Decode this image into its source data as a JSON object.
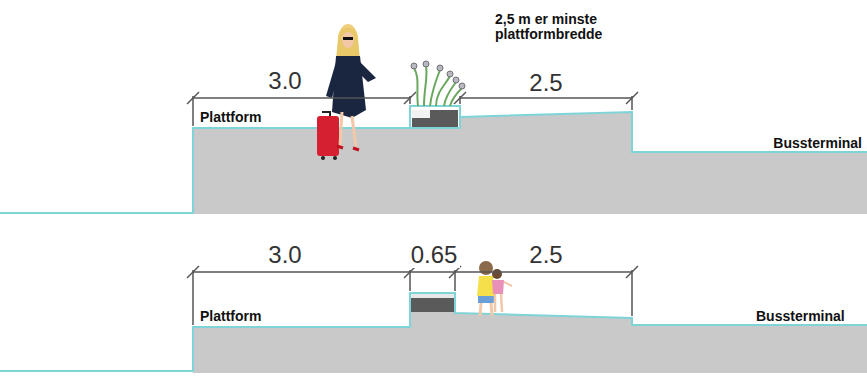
{
  "diagram": {
    "labels": [
      "2,5 m er minste plattformbredde",
      "3.0",
      "2.5",
      "Plattform",
      "Bussterminal",
      "3.0",
      "0.65",
      "2.5",
      "Plattform",
      "Bussterminal"
    ]
  }
}
